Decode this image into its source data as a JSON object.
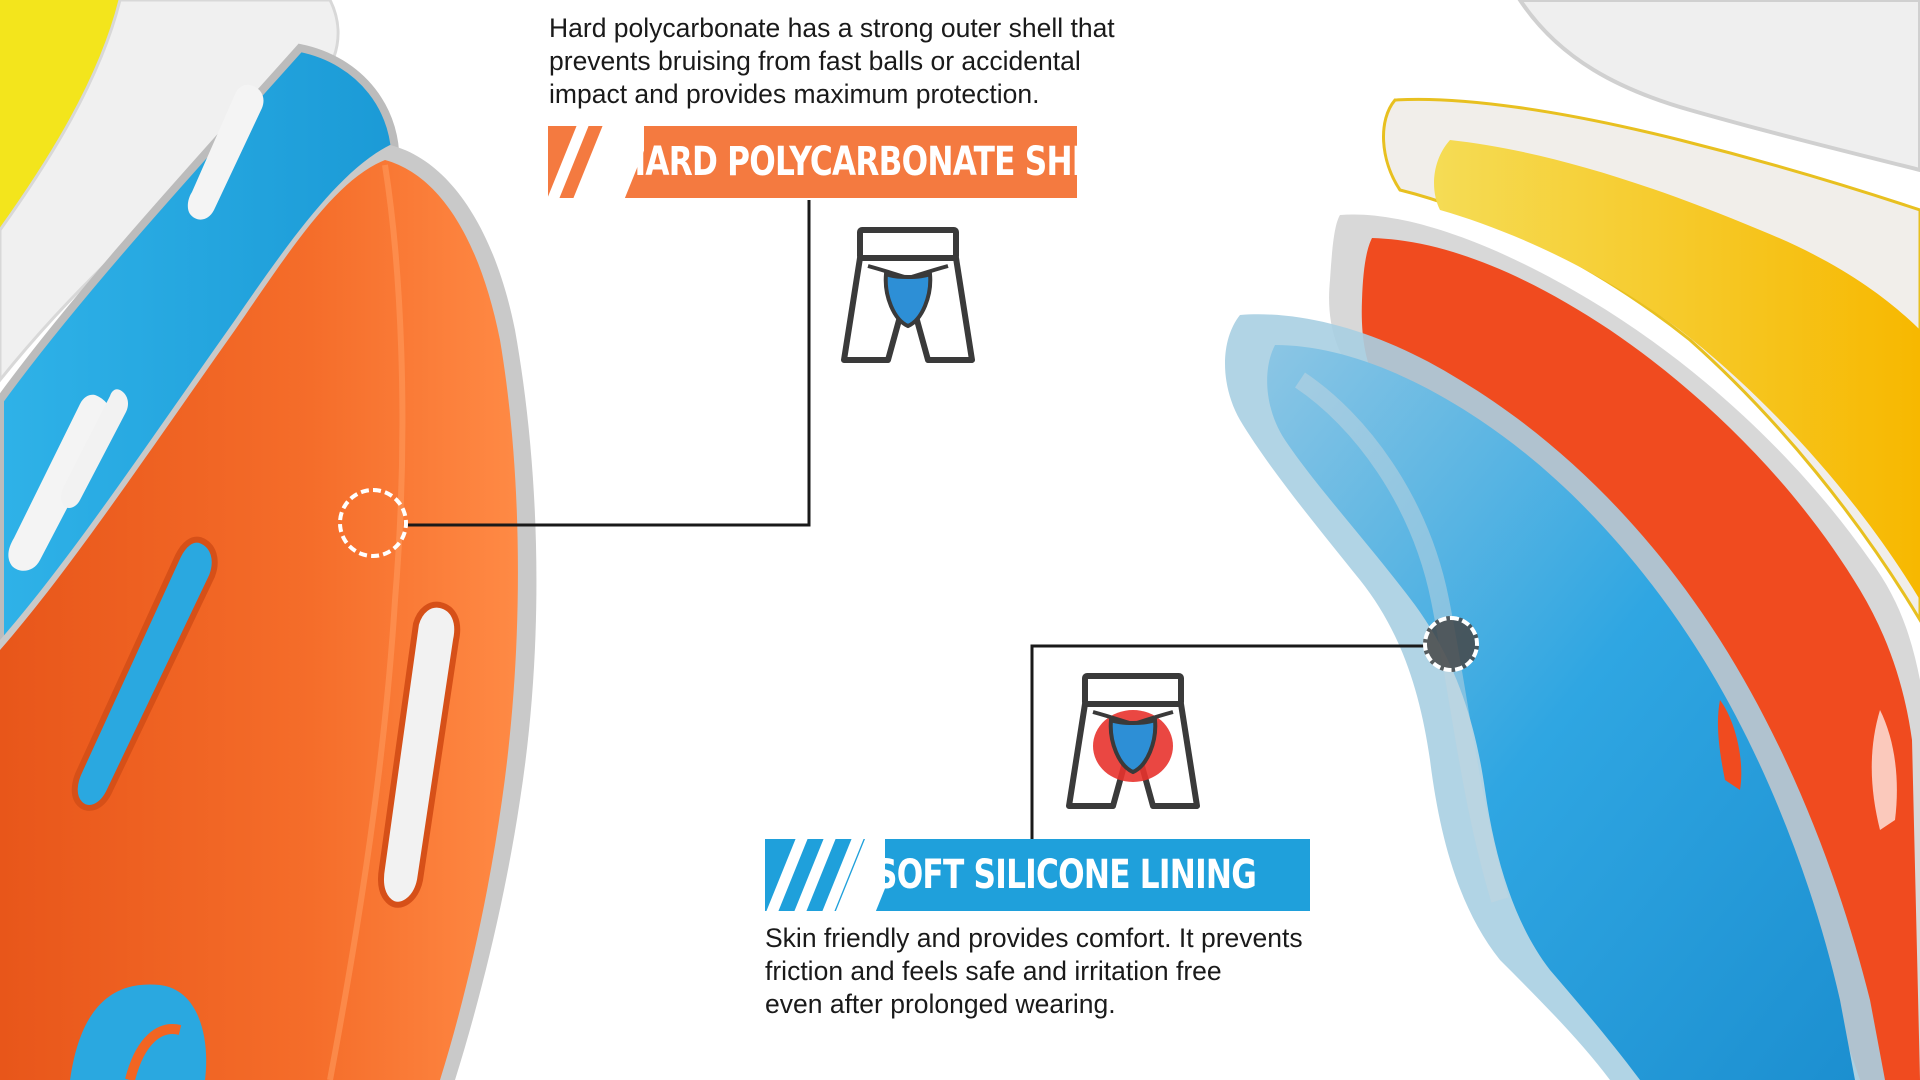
{
  "top_feature": {
    "banner_label": "HARD POLYCARBONATE SHELL",
    "description": "Hard polycarbonate has a strong outer shell that\nprevents bruising from fast balls or accidental\nimpact and provides maximum protection.",
    "accent_color": "#f47a40"
  },
  "bottom_feature": {
    "banner_label": "SOFT SILICONE LINING",
    "description": "Skin friendly and provides comfort. It prevents\nfriction and feels safe and irritation free\neven after prolonged wearing.",
    "accent_color": "#1fa0db"
  },
  "icons": {
    "top": "shorts-with-cup-icon",
    "bottom": "shorts-with-cup-and-padding-icon"
  },
  "colors": {
    "orange_shell": "#f26522",
    "blue_shell": "#2aa8e0",
    "yellow_shell": "#f5c800",
    "clear_shell": "#f2f2f2",
    "leader_line": "#1a1a1a"
  }
}
